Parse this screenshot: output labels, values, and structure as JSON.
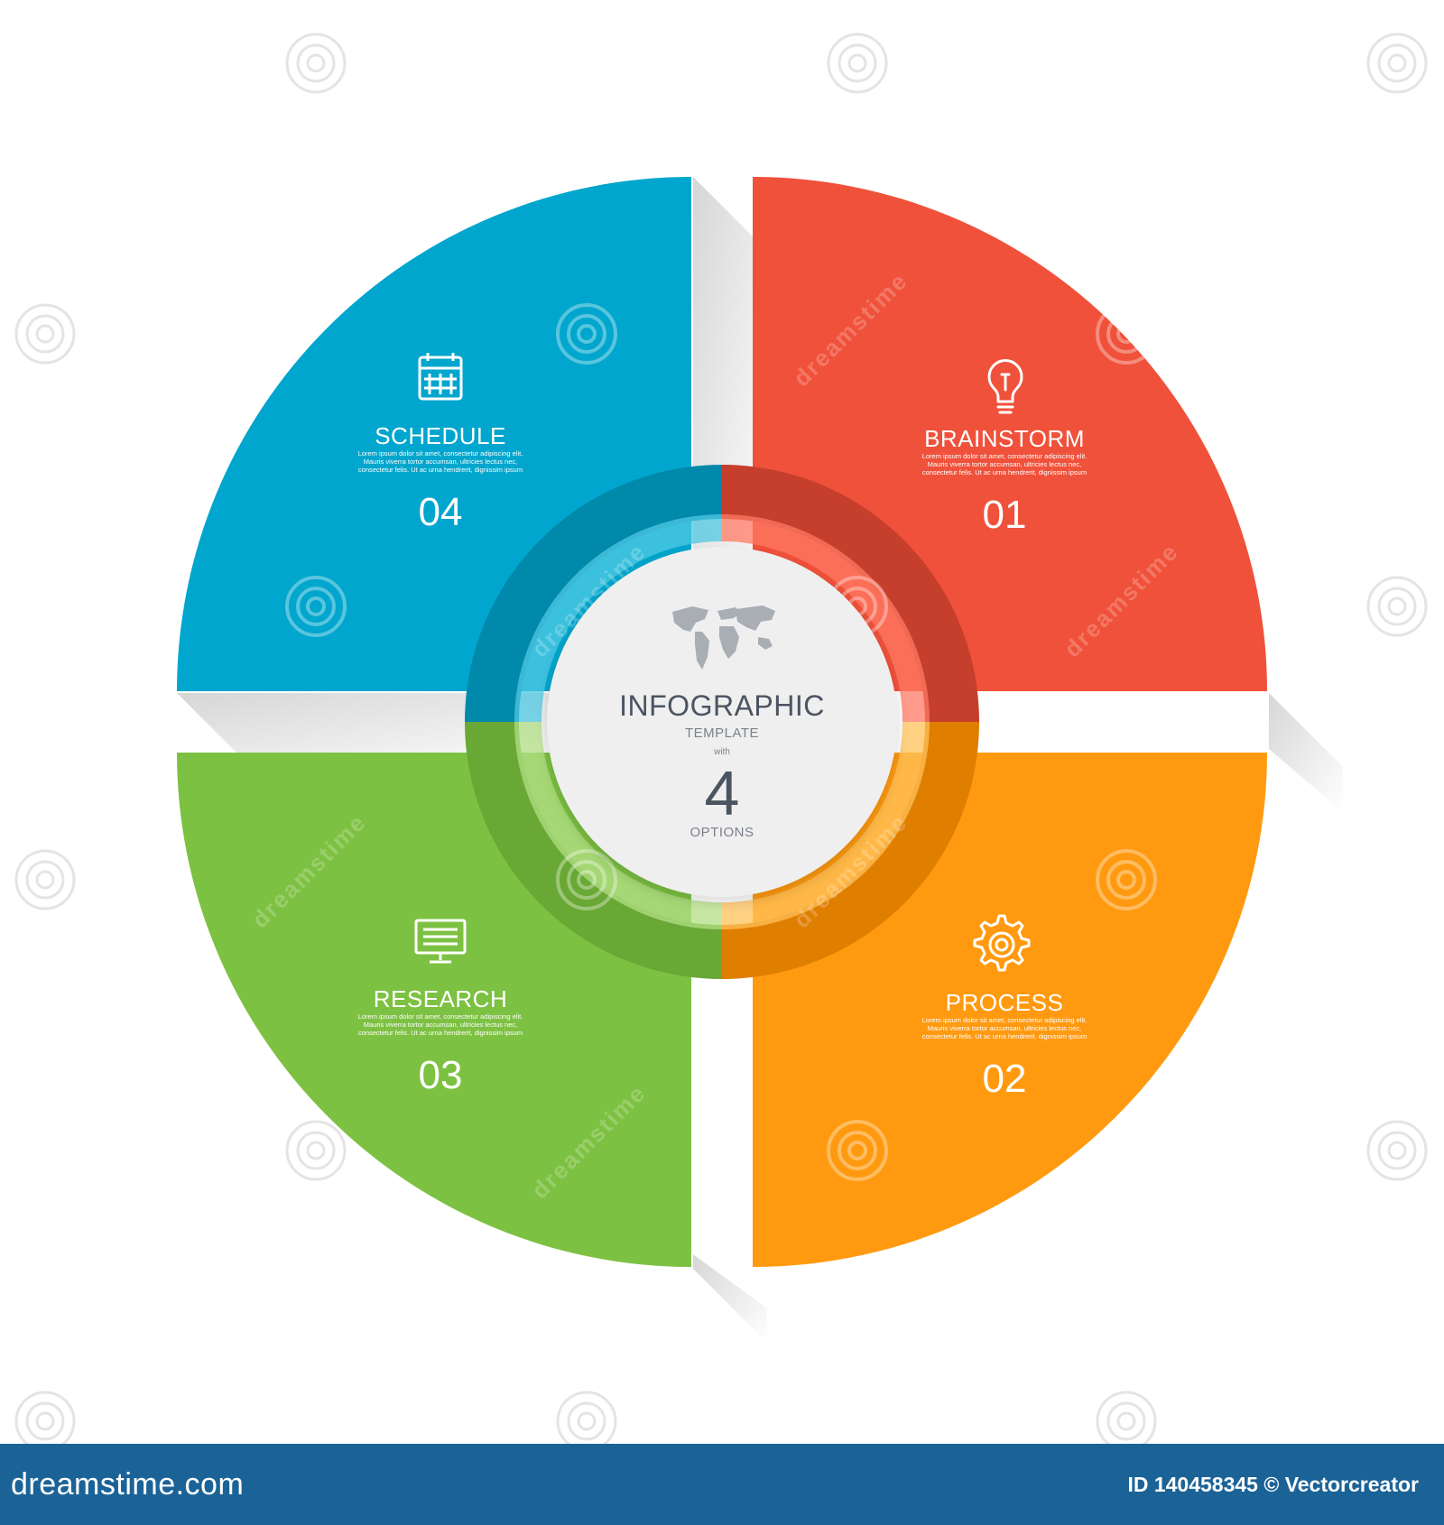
{
  "diagram": {
    "center": {
      "title": "INFOGRAPHIC",
      "subtitle": "TEMPLATE",
      "with_text": "with",
      "number": "4",
      "options_text": "OPTIONS"
    },
    "segments": [
      {
        "id": "brainstorm",
        "title": "BRAINSTORM",
        "number": "01",
        "body": [
          "Lorem ipsum dolor sit amet, consectetur adipiscing elit.",
          "Mauris viverra tortor accumsan, ultricies lectus nec,",
          "consectetur felis. Ut ac urna hendrerit, dignissim ipsum"
        ],
        "icon": "lightbulb-icon",
        "color": "#f0513a",
        "color_dark": "#c63f2c",
        "color_light": "#ff7a63"
      },
      {
        "id": "process",
        "title": "PROCESS",
        "number": "02",
        "body": [
          "Lorem ipsum dolor sit amet, consectetur adipiscing elit.",
          "Mauris viverra tortor accumsan, ultricies lectus nec,",
          "consectetur felis. Ut ac urna hendrerit, dignissim ipsum"
        ],
        "icon": "gear-icon",
        "color": "#ff9a10",
        "color_dark": "#e07e00",
        "color_light": "#ffc25a"
      },
      {
        "id": "research",
        "title": "RESEARCH",
        "number": "03",
        "body": [
          "Lorem ipsum dolor sit amet, consectetur adipiscing elit.",
          "Mauris viverra tortor accumsan, ultricies lectus nec,",
          "consectetur felis. Ut ac urna hendrerit, dignissim ipsum"
        ],
        "icon": "monitor-icon",
        "color": "#7dc142",
        "color_dark": "#69a834",
        "color_light": "#b3df85"
      },
      {
        "id": "schedule",
        "title": "SCHEDULE",
        "number": "04",
        "body": [
          "Lorem ipsum dolor sit amet, consectetur adipiscing elit.",
          "Mauris viverra tortor accumsan, ultricies lectus nec,",
          "consectetur felis. Ut ac urna hendrerit, dignissim ipsum"
        ],
        "icon": "calendar-icon",
        "color": "#00a6cd",
        "color_dark": "#0089ab",
        "color_light": "#4fc8e3"
      }
    ],
    "center_icon": "world-map-icon"
  },
  "watermark": {
    "text": "dreamstime",
    "icon": "dreamstime-swirl-icon"
  },
  "footer": {
    "brand": "dreamstime.com",
    "credit": "ID 140458345 © Vectorcreator",
    "background": "#1b6397"
  }
}
